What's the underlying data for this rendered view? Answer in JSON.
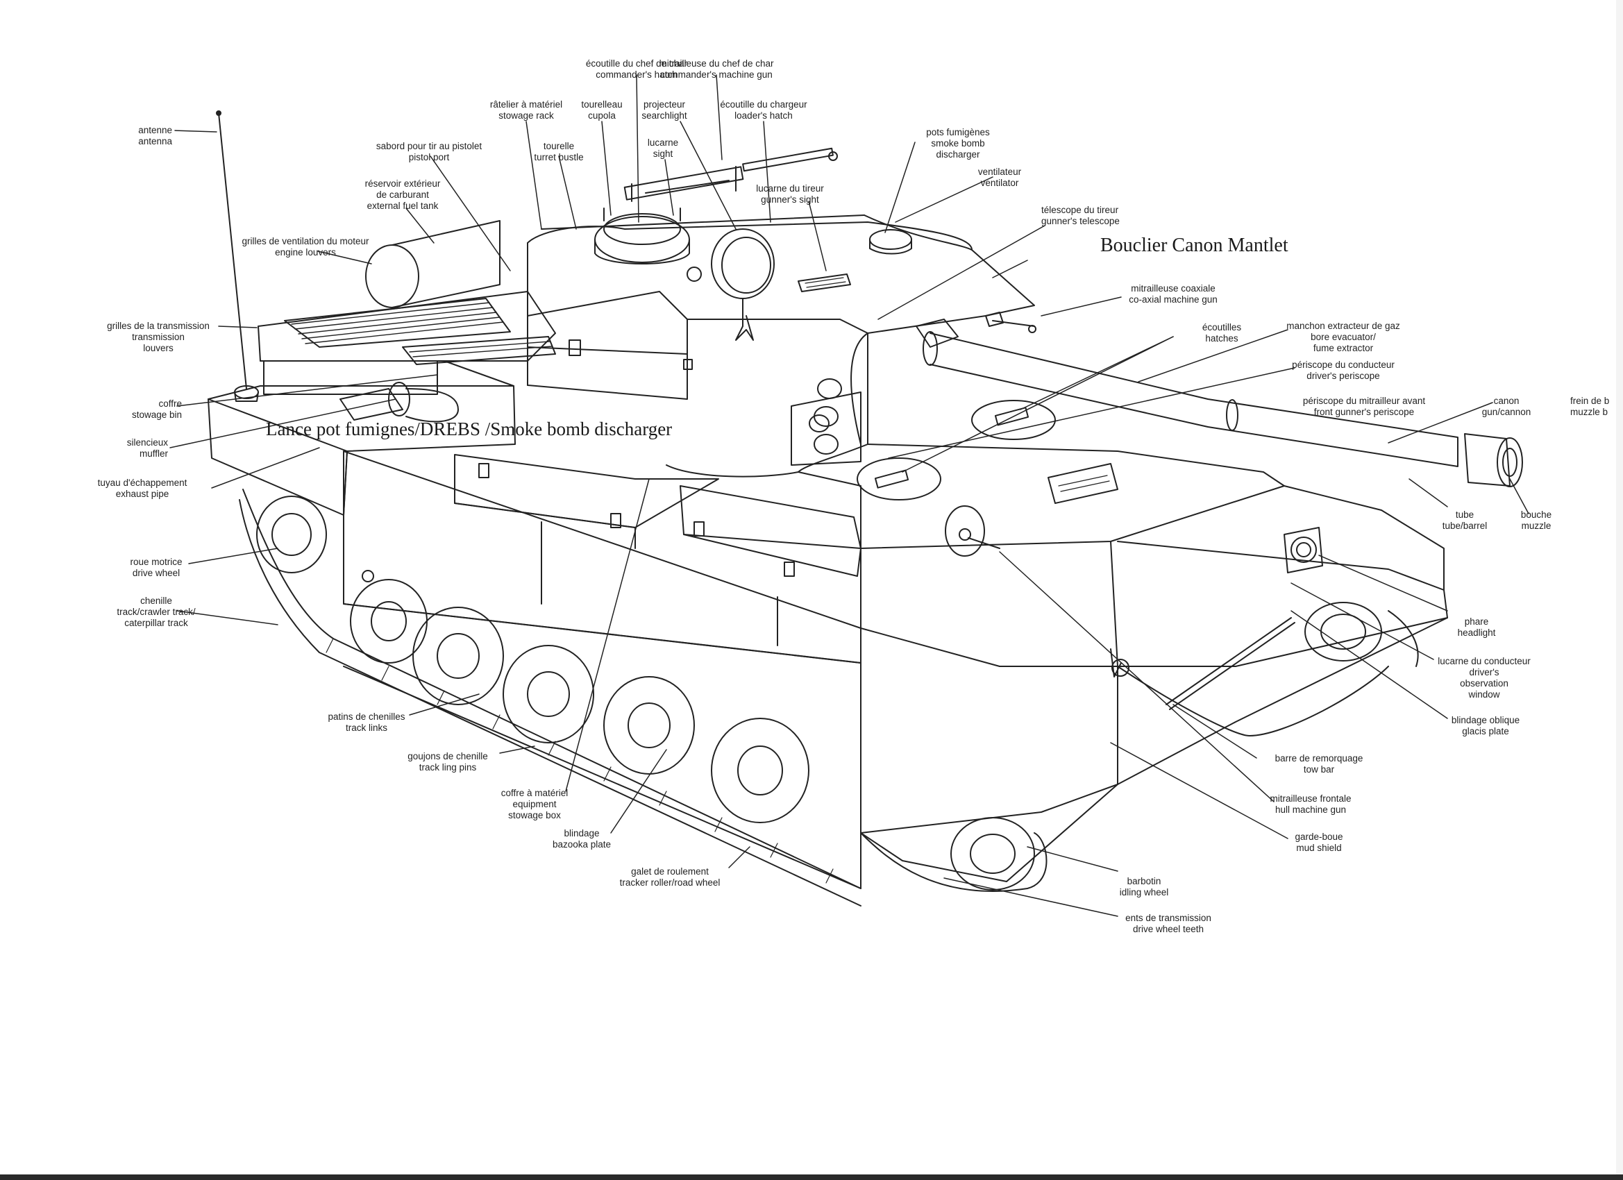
{
  "labels": {
    "ecoutille_chef": {
      "fr": "écoutille du chef de char",
      "en": "commander's hatch"
    },
    "mitrailleuse_chef": {
      "fr": "mitrailleuse du chef de char",
      "en": "commander's machine gun"
    },
    "ratelier": {
      "fr": "râtelier à matériel",
      "en": "stowage rack"
    },
    "tourelleau": {
      "fr": "tourelleau",
      "en": "cupola"
    },
    "projecteur": {
      "fr": "projecteur",
      "en": "searchlight"
    },
    "ecoutille_chargeur": {
      "fr": "écoutille du chargeur",
      "en": "loader's hatch"
    },
    "antenne": {
      "fr": "antenne",
      "en": "antenna"
    },
    "sabord": {
      "fr": "sabord pour tir au pistolet",
      "en": "pistol port"
    },
    "tourelle": {
      "fr": "tourelle",
      "en": "turret bustle"
    },
    "lucarne": {
      "fr": "lucarne",
      "en": "sight"
    },
    "lucarne_tireur": {
      "fr": "lucarne du tireur",
      "en": "gunner's sight"
    },
    "pots_fumigenes": {
      "fr": "pots fumigènes",
      "en": "smoke bomb",
      "en2": "discharger"
    },
    "reservoir": {
      "fr": "réservoir extérieur",
      "fr2": "de carburant",
      "en": "external fuel tank"
    },
    "ventilateur": {
      "fr": "ventilateur",
      "en": "ventilator"
    },
    "grilles_moteur": {
      "fr": "grilles de ventilation du moteur",
      "en": "engine louvers"
    },
    "telescope": {
      "fr": "télescope du tireur",
      "en": "gunner's telescope"
    },
    "mitrailleuse_coax": {
      "fr": "mitrailleuse coaxiale",
      "en": "co-axial machine gun"
    },
    "grilles_transmission": {
      "fr": "grilles de la transmission",
      "en": "transmission",
      "en2": "louvers"
    },
    "ecoutilles": {
      "fr": "écoutilles",
      "en": "hatches"
    },
    "manchon": {
      "fr": "manchon extracteur de gaz",
      "en": "bore evacuator/",
      "en2": "fume extractor"
    },
    "periscope_conducteur": {
      "fr": "périscope du conducteur",
      "en": "driver's periscope"
    },
    "coffre": {
      "fr": "coffre",
      "en": "stowage bin"
    },
    "periscope_mitrailleur": {
      "fr": "périscope du mitrailleur avant",
      "en": "front gunner's periscope"
    },
    "canon": {
      "fr": "canon",
      "en": "gun/cannon"
    },
    "frein": {
      "fr": "frein de b",
      "en": "muzzle b"
    },
    "silencieux": {
      "fr": "silencieux",
      "en": "muffler"
    },
    "tuyau": {
      "fr": "tuyau d'échappement",
      "en": "exhaust pipe"
    },
    "tube": {
      "fr": "tube",
      "en": "tube/barrel"
    },
    "bouche": {
      "fr": "bouche",
      "en": "muzzle"
    },
    "roue_motrice": {
      "fr": "roue motrice",
      "en": "drive wheel"
    },
    "chenille": {
      "fr": "chenille",
      "en": "track/crawler track/",
      "en2": "caterpillar track"
    },
    "phare": {
      "fr": "phare",
      "en": "headlight"
    },
    "lucarne_conducteur": {
      "fr": "lucarne du conducteur",
      "en": "driver's",
      "en2": "observation",
      "en3": "window"
    },
    "patins": {
      "fr": "patins de chenilles",
      "en": "track links"
    },
    "blindage_oblique": {
      "fr": "blindage oblique",
      "en": "glacis plate"
    },
    "goujons": {
      "fr": "goujons de chenille",
      "en": "track ling pins"
    },
    "barre": {
      "fr": "barre de remorquage",
      "en": "tow bar"
    },
    "coffre_materiel": {
      "fr": "coffre à matériel",
      "en": "equipment",
      "en2": "stowage box"
    },
    "mitrailleuse_frontale": {
      "fr": "mitrailleuse frontale",
      "en": "hull machine gun"
    },
    "blindage": {
      "fr": "blindage",
      "en": "bazooka plate"
    },
    "garde_boue": {
      "fr": "garde-boue",
      "en": "mud shield"
    },
    "galet": {
      "fr": "galet de roulement",
      "en": "tracker roller/road wheel"
    },
    "barbotin": {
      "fr": "barbotin",
      "en": "idling wheel"
    },
    "dents": {
      "fr": "ents de transmission",
      "en": "drive wheel teeth"
    }
  },
  "handwritten": {
    "mantlet": "Bouclier Canon Mantlet",
    "smoke": "Lance pot fumignes/DREBS /Smoke  bomb discharger"
  }
}
